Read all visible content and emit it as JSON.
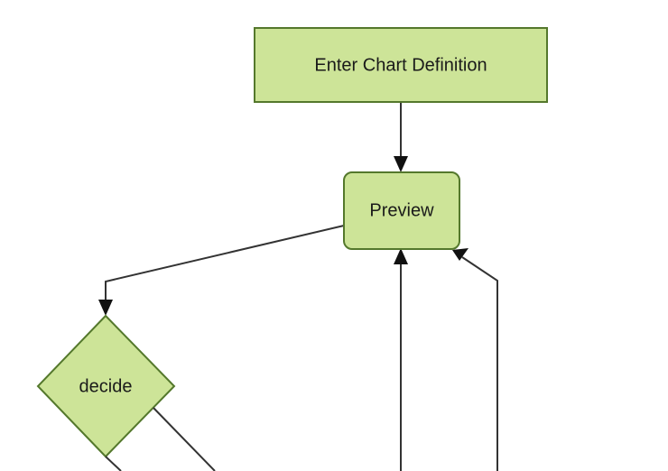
{
  "diagram": {
    "type": "flowchart",
    "direction": "top-down",
    "background_color": "#ffffff",
    "node_fill_color": "#cde498",
    "node_stroke_color": "#54782c",
    "edge_color": "#333333",
    "text_color": "#1a1a1a",
    "nodes": [
      {
        "id": "enter-chart-definition",
        "label": "Enter Chart Definition",
        "shape": "rectangle"
      },
      {
        "id": "preview",
        "label": "Preview",
        "shape": "rounded-rectangle"
      },
      {
        "id": "decide",
        "label": "decide",
        "shape": "diamond"
      }
    ],
    "edges": [
      {
        "from": "enter-chart-definition",
        "to": "preview",
        "label": ""
      },
      {
        "from": "preview",
        "to": "decide",
        "label": ""
      },
      {
        "from": "offscreen-bottom-center",
        "to": "preview",
        "label": ""
      },
      {
        "from": "offscreen-bottom-right",
        "to": "preview",
        "label": ""
      }
    ]
  }
}
